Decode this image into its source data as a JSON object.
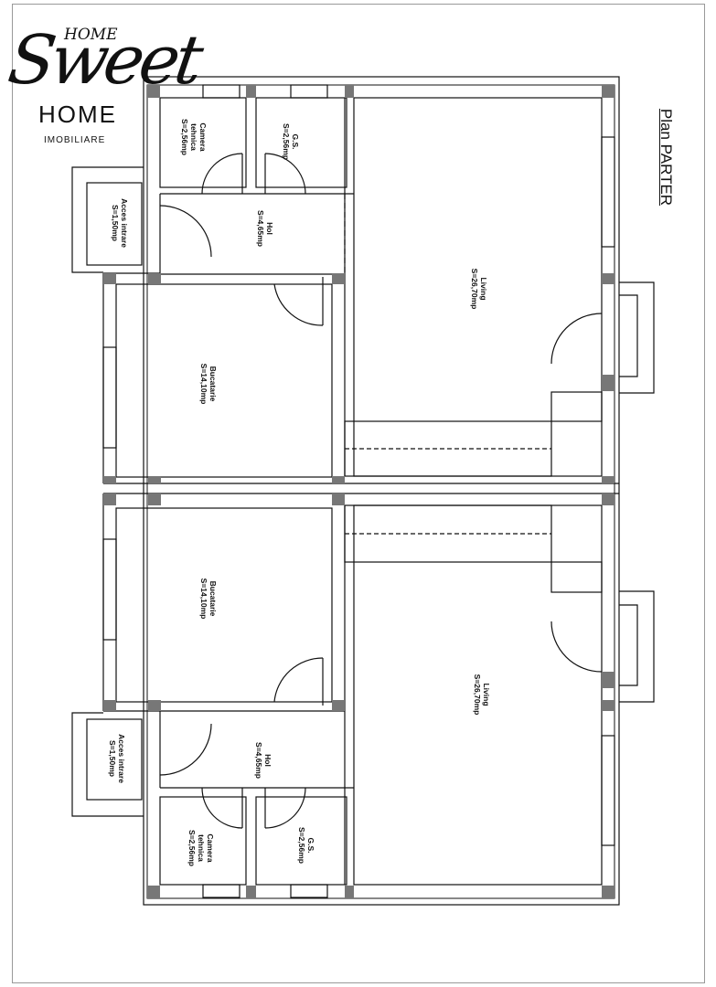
{
  "logo": {
    "home_top": "HOME",
    "sweet": "Sweet",
    "home": "HOME",
    "sub": "IMOBILIARE"
  },
  "plan_title": "Plan PARTER",
  "rooms": [
    {
      "name": "Camera\ntehnica",
      "area": "S=2,56mp"
    },
    {
      "name": "G.S.",
      "area": "S=2,56mp"
    },
    {
      "name": "Acces intrare",
      "area": "S=1,50mp"
    },
    {
      "name": "Hol",
      "area": "S=4,65mp"
    },
    {
      "name": "Living",
      "area": "S=26,70mp"
    },
    {
      "name": "Bucatarie",
      "area": "S=14,10mp"
    },
    {
      "name": "Bucatarie",
      "area": "S=14,10mp"
    },
    {
      "name": "Living",
      "area": "S=26,70mp"
    },
    {
      "name": "Acces intrare",
      "area": "S=1,50mp"
    },
    {
      "name": "Hol",
      "area": "S=4,65mp"
    },
    {
      "name": "Camera\ntehnica",
      "area": "S=2,56mp"
    },
    {
      "name": "G.S.",
      "area": "S=2,56mp"
    }
  ]
}
